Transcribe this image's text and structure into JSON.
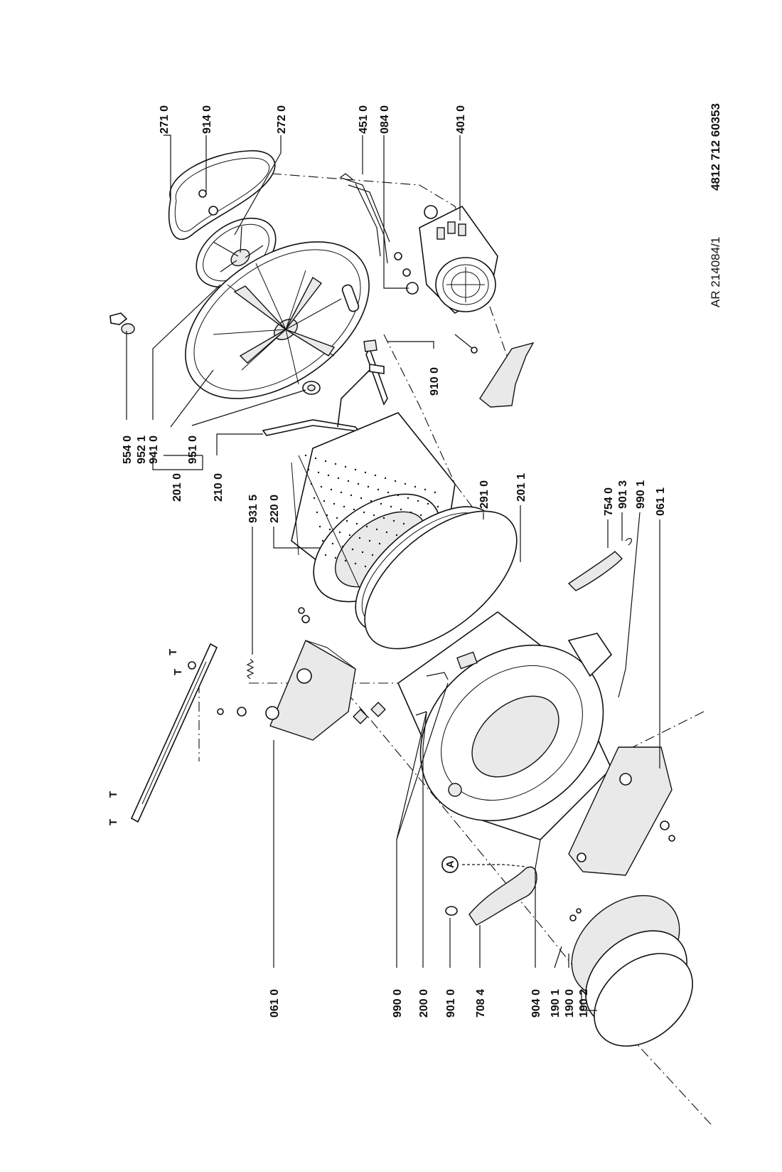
{
  "labels_top": [
    "271 0",
    "914 0",
    "272 0",
    "451 0",
    "084 0",
    "401 0"
  ],
  "labels_mid": [
    "554 0",
    "952 1",
    "941 0",
    "201 0",
    "951 0",
    "210 0",
    "931 5",
    "220 0",
    "910 0"
  ],
  "labels_right": [
    "291 0",
    "201 1",
    "754 0",
    "901 3",
    "990 1",
    "061 1"
  ],
  "labels_bottom": [
    "061 0",
    "990 0",
    "200 0",
    "901 0",
    "708 4",
    "904 0",
    "190 1",
    "190 0",
    "190 2"
  ],
  "markers": {
    "t1": "T",
    "t2": "T",
    "t3": "T",
    "t4": "T",
    "circle_a": "A"
  },
  "doc_ref": "AR 214084/1",
  "doc_number": "4812 712 60353"
}
